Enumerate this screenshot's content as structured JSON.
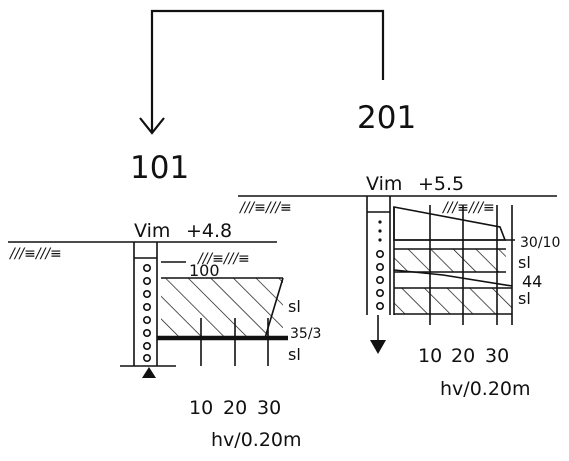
{
  "labels": {
    "point_left": "101",
    "point_right": "201"
  },
  "sounding_101": {
    "label": "Vim",
    "elevation": "+4.8",
    "surface_symbol_left": "///≡///≡",
    "surface_symbol_right": "///≡///≡",
    "depth_label": "100",
    "soil_upper": "sl",
    "ratio": "35/3",
    "soil_lower": "sl",
    "scale_ticks": [
      "10",
      "20",
      "30"
    ],
    "scale_unit": "hv/0.20m"
  },
  "sounding_201": {
    "label": "Vim",
    "elevation": "+5.5",
    "surface_symbol_left": "///≡///≡",
    "surface_symbol_right": "///≡///≡",
    "ratio": "30/10",
    "soil_1": "sl",
    "depth_label": "44",
    "soil_2": "sl",
    "scale_ticks": [
      "10",
      "20",
      "30"
    ],
    "scale_unit": "hv/0.20m"
  }
}
